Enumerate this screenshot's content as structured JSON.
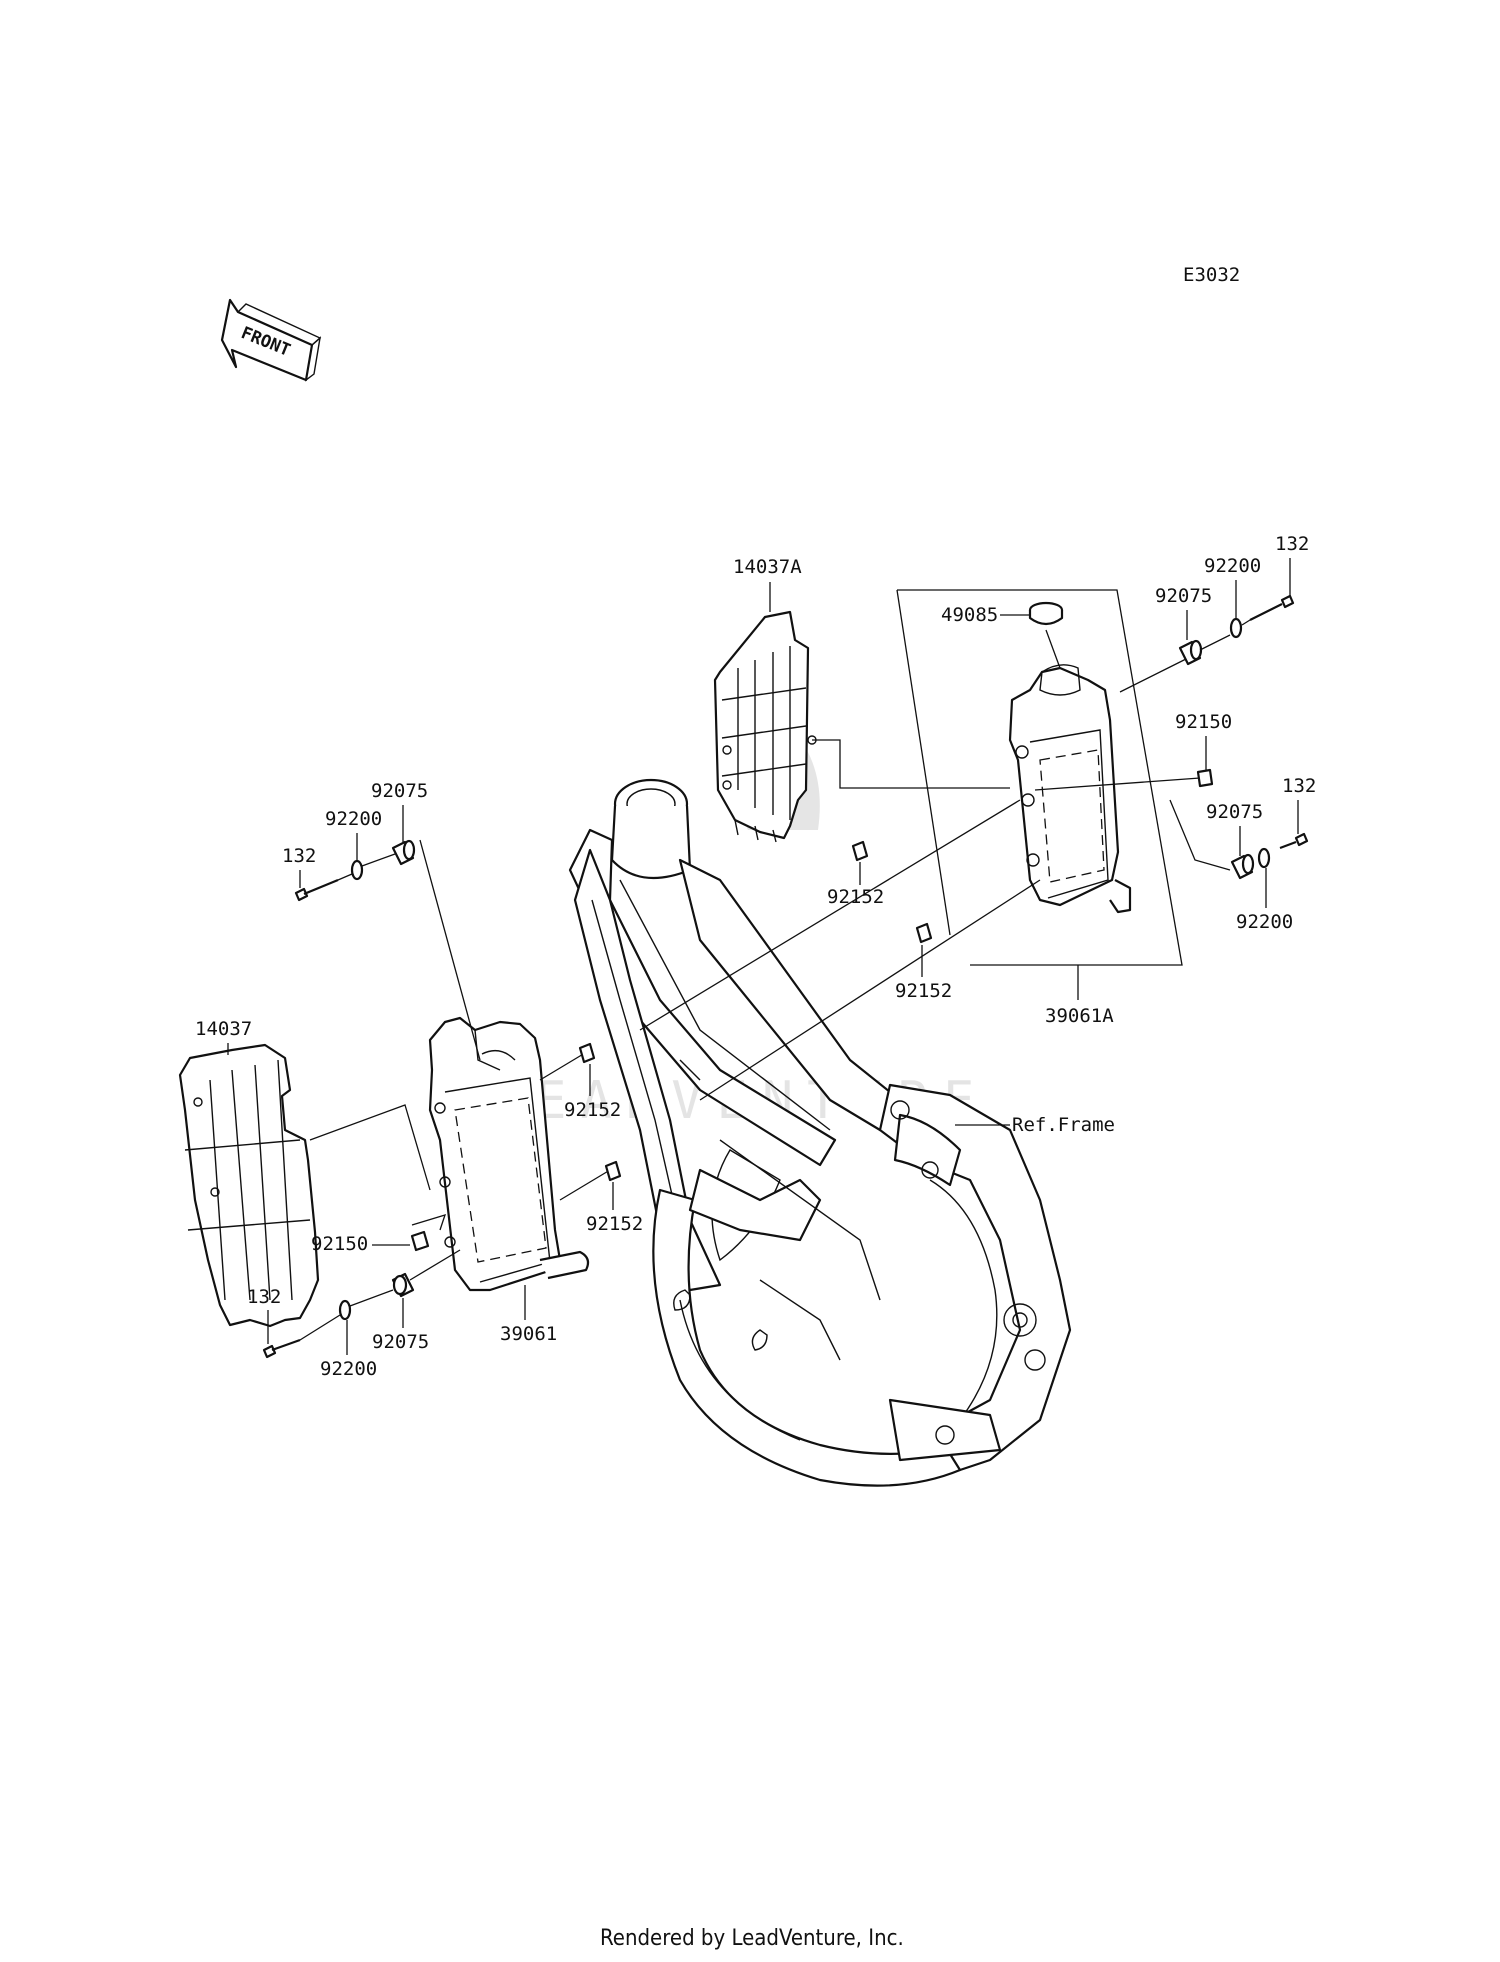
{
  "diagram_code": "E3032",
  "front_arrow": {
    "text": "FRONT",
    "icon": "front-direction-arrow-icon"
  },
  "reference": {
    "text": "Ref.Frame"
  },
  "labels": [
    {
      "id": "l-14037A",
      "text": "14037A",
      "part": "radiator-shroud-right"
    },
    {
      "id": "l-49085",
      "text": "49085",
      "part": "radiator-cap"
    },
    {
      "id": "l-92200-tr",
      "text": "92200",
      "part": "washer"
    },
    {
      "id": "l-92075-tr",
      "text": "92075",
      "part": "grommet"
    },
    {
      "id": "l-132-tr",
      "text": "132",
      "part": "bolt"
    },
    {
      "id": "l-92150-r",
      "text": "92150",
      "part": "bolt"
    },
    {
      "id": "l-132-r",
      "text": "132",
      "part": "bolt"
    },
    {
      "id": "l-92075-r",
      "text": "92075",
      "part": "grommet"
    },
    {
      "id": "l-92200-r",
      "text": "92200",
      "part": "washer"
    },
    {
      "id": "l-92152-c1",
      "text": "92152",
      "part": "collar"
    },
    {
      "id": "l-92152-c2",
      "text": "92152",
      "part": "collar"
    },
    {
      "id": "l-39061A",
      "text": "39061A",
      "part": "radiator-right"
    },
    {
      "id": "l-92075-tl",
      "text": "92075",
      "part": "grommet"
    },
    {
      "id": "l-92200-tl",
      "text": "92200",
      "part": "washer"
    },
    {
      "id": "l-132-tl",
      "text": "132",
      "part": "bolt"
    },
    {
      "id": "l-14037",
      "text": "14037",
      "part": "radiator-shroud-left"
    },
    {
      "id": "l-92152-l1",
      "text": "92152",
      "part": "collar"
    },
    {
      "id": "l-92152-l2",
      "text": "92152",
      "part": "collar"
    },
    {
      "id": "l-92150-l",
      "text": "92150",
      "part": "bolt"
    },
    {
      "id": "l-132-bl",
      "text": "132",
      "part": "bolt"
    },
    {
      "id": "l-92075-bl",
      "text": "92075",
      "part": "grommet"
    },
    {
      "id": "l-39061",
      "text": "39061",
      "part": "radiator-left"
    },
    {
      "id": "l-92200-bl",
      "text": "92200",
      "part": "washer"
    }
  ],
  "watermark": {
    "text": "LEADVENTURE"
  },
  "footer": {
    "text": "Rendered by LeadVenture, Inc."
  }
}
